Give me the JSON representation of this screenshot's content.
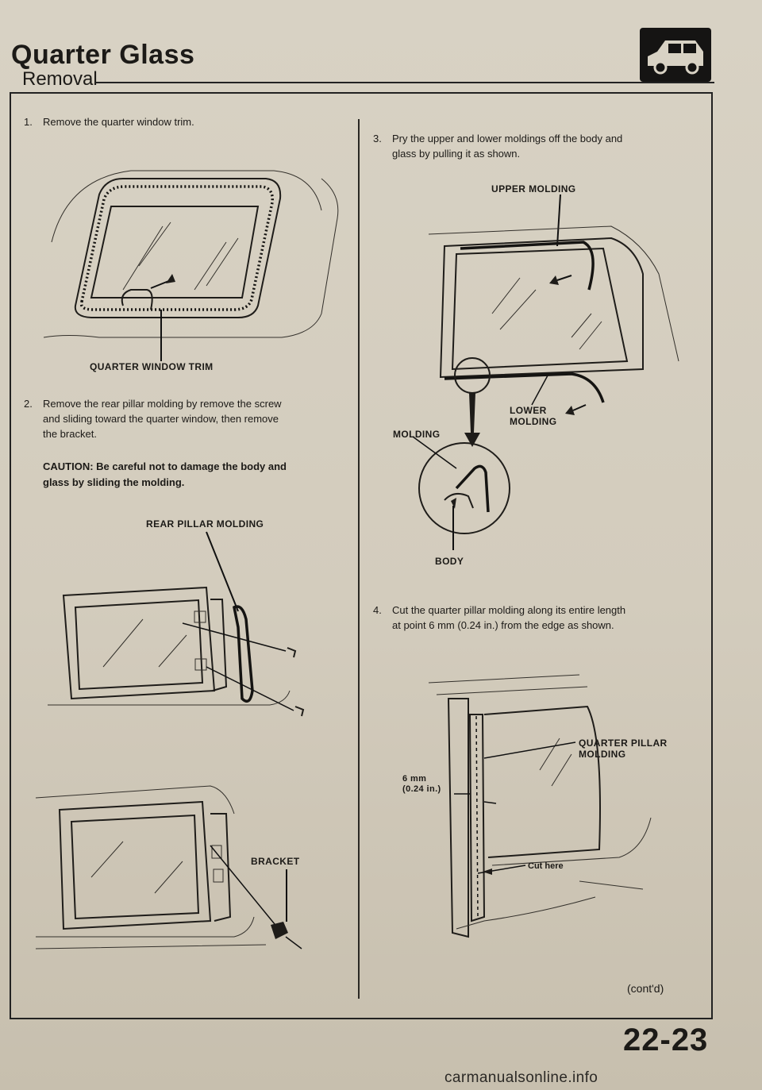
{
  "header": {
    "title": "Quarter Glass",
    "subtitle": "Removal"
  },
  "steps": [
    {
      "number": "1.",
      "text": "Remove the quarter window trim."
    },
    {
      "number": "2.",
      "lines": [
        "Remove the rear pillar molding by remove the screw",
        "and sliding toward the quarter window, then remove",
        "the bracket."
      ]
    },
    {
      "number": "3.",
      "lines": [
        "Pry the upper and lower moldings off the body and",
        "glass by pulling it as shown."
      ]
    },
    {
      "number": "4.",
      "lines": [
        "Cut the quarter pillar molding along its entire length",
        "at point 6 mm (0.24 in.) from the edge as shown."
      ]
    }
  ],
  "caution": {
    "lines": [
      "CAUTION: Be careful not to damage the body and",
      "glass by sliding the molding."
    ]
  },
  "labels": {
    "quarter_window_trim": "QUARTER WINDOW TRIM",
    "rear_pillar_molding": "REAR PILLAR MOLDING",
    "bracket": "BRACKET",
    "upper_molding": "UPPER MOLDING",
    "lower_molding_1": "LOWER",
    "lower_molding_2": "MOLDING",
    "molding": "MOLDING",
    "body": "BODY",
    "quarter_pillar_molding_1": "QUARTER PILLAR",
    "quarter_pillar_molding_2": "MOLDING",
    "dimension_1": "6 mm",
    "dimension_2": "(0.24 in.)",
    "cut_here": "Cut here"
  },
  "footer": {
    "contd": "(cont'd)",
    "page_number": "22-23",
    "watermark": "carmanualsonline.info"
  },
  "icons": {
    "section_icon": "car-side-icon"
  }
}
